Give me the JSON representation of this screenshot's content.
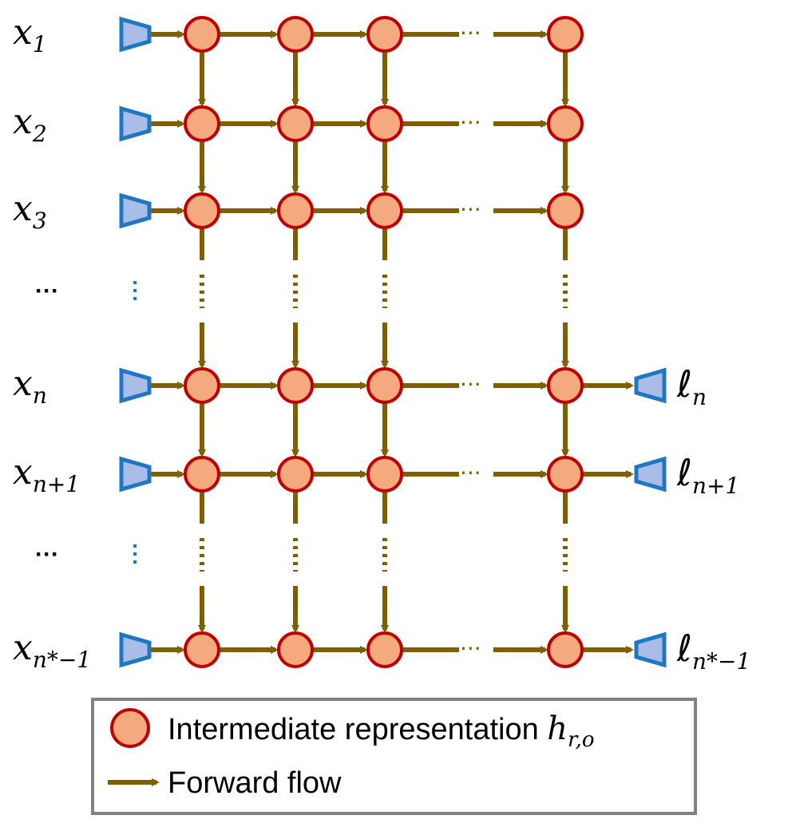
{
  "rows": [
    {
      "input": {
        "base": "x",
        "sub": "1"
      },
      "output": null
    },
    {
      "input": {
        "base": "x",
        "sub": "2"
      },
      "output": null
    },
    {
      "input": {
        "base": "x",
        "sub": "3"
      },
      "output": null
    },
    {
      "input": {
        "base": "x",
        "sub": "n"
      },
      "output": {
        "base": "ℓ",
        "sub": "n"
      }
    },
    {
      "input": {
        "base": "x",
        "sub": "n+1"
      },
      "output": {
        "base": "ℓ",
        "sub": "n+1"
      }
    },
    {
      "input": {
        "base": "x",
        "sub": "n*−1"
      },
      "output": {
        "base": "ℓ",
        "sub": "n*−1"
      }
    }
  ],
  "ellipsis": "···",
  "legend": {
    "node_label": "Intermediate representation ",
    "node_symbol": {
      "base": "h",
      "sub": "r,o"
    },
    "arrow_label": "Forward flow"
  },
  "colors": {
    "node_fill": "#F4A97E",
    "node_stroke": "#C00000",
    "arrow": "#7F6000",
    "trapezoid_fill": "#A9BDE6",
    "trapezoid_stroke": "#1F77C4",
    "legend_border": "#808080"
  }
}
